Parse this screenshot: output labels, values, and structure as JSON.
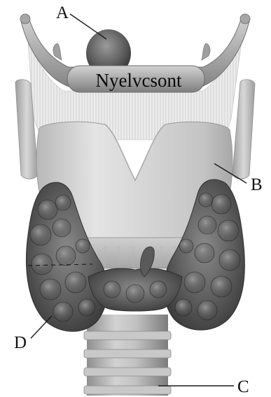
{
  "diagram": {
    "bone_label": "Nyelvcsont",
    "labels": {
      "a": "A",
      "b": "B",
      "c": "C",
      "d": "D"
    }
  }
}
